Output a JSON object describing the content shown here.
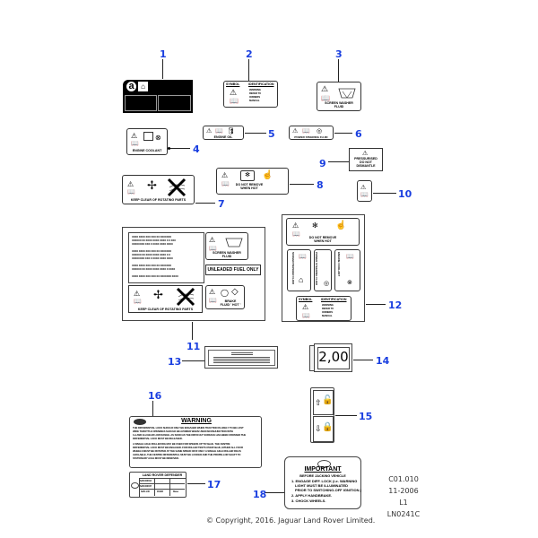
{
  "callouts": [
    "1",
    "2",
    "3",
    "4",
    "5",
    "6",
    "7",
    "8",
    "9",
    "10",
    "11",
    "12",
    "13",
    "14",
    "15",
    "16",
    "17",
    "18"
  ],
  "labels": {
    "l2": {
      "header_left": "SYMBOL",
      "header_right": "IDENTIFICATION",
      "lines": [
        "WARNING",
        "REFER TO",
        "OWNERS",
        "MANUAL"
      ]
    },
    "l3": {
      "caption_1": "SCREEN WASHER",
      "caption_2": "FLUID"
    },
    "l4": {
      "caption": "ENGINE   COOLANT"
    },
    "l5": {
      "caption": "ENGINE   OIL"
    },
    "l6": {
      "caption": "POWER STEERING FLUID"
    },
    "l7": {
      "caption": "KEEP CLEAR OF ROTATING PARTS"
    },
    "l8": {
      "caption_1": "DO NOT REMOVE",
      "caption_2": "WHEN HOT"
    },
    "l9": {
      "lines": [
        "PRESSURISED",
        "DO NOT",
        "DISMANTLE"
      ]
    },
    "l11": {
      "text_lines": [
        "XXXX XXXX XXX XXX XX  XXXXXXX",
        "XXXXXX XX XXXX  XXXX XXXX X X XXX",
        "XXXXXXXX XXX X  XXXX XXXX  XXXX",
        "XXXX XXXX XXX XXX XX  XXXXXXX",
        "XXXXXX XX XXXX  XXXX XXXX X X",
        "XXXXXXXX XXX X  XXXX XXXX  XXXX",
        "XXXX XXXX XXX XXX XX  XXXXXXX",
        "XXXXXX XX XXXX  XXXX XXXX X XXXX",
        "XXXX XXXX XXX XXX XX  XXXXXXX  XXXX"
      ],
      "washer_1": "SCREEN WASHER",
      "washer_2": "FLUID",
      "fuel": "UNLEADED  FUEL ONLY",
      "rotating": "KEEP CLEAR OF ROTATING PARTS",
      "brake_1": "BRAKE",
      "brake_2": "FLUID ' HOT '"
    },
    "l12": {
      "top_1": "DO NOT REMOVE",
      "top_2": "WHEN HOT",
      "col1": "SCREEN WASHER FLUID",
      "col2": "POWER STEERING FLUID",
      "col3": "ENGINE COOLANT",
      "header_left": "SYMBOL",
      "header_right": "IDENTIFICATION",
      "lines": [
        "WARNING",
        "REFER TO",
        "OWNERS",
        "MANUAL"
      ]
    },
    "l14": {
      "value": "2,00"
    },
    "l16": {
      "title": "WARNING",
      "lines": [
        "THE DIFFERENTIAL LOCK SHOULD ONLY BE ENGAGED WHEN TRACTION IS LIKELY TO BE LOST",
        "WIDE THROTTLE OPENINGS SHOULD BE AVOIDED WHEN USED INCONJUNCTION WITH",
        "1st AND 2nd GEAR LOW RANGE. AS SOON AS THE DIFFICULT SURFACE HAS BEEN CROSSED THE",
        "DIFFERENTIAL LOCK MUST BE RELEASED.",
        "A SINGLE AXLE ROLLER RIG MAY BE USED FOR SPEEDS UP TO 5km/h. THE CENTRE",
        "DIFFERENTIAL LOCK MUST BE ENGAGED. FOR ROLLER TESTS OVER 5km/h, EITHER ALL FOUR",
        "WHEELS MUST BE ROTATED AT THE SAME SPEED OR IF ONLY A SINGLE AXLE ROLLER RIG IS",
        "AVAILABLE, THE CENTRE DIFFERENTIAL MUST BE LOCKED AND THE PROPELLOR SHAFT TO",
        "STATIONARY AXLE MUST BE REMOVED."
      ]
    },
    "l17": {
      "title": "LAND ROVER DEFENDER",
      "row1": "SAR-000012",
      "row2": "SAR-000047",
      "c1": "SAR-1.00",
      "c2": "001218",
      "c3": "Diesel"
    },
    "l18": {
      "title": "IMPORTANT",
      "subtitle": "BEFORE JACKING VEHICLE",
      "lines": [
        "1. ENGAGE DIFF. LOCK (i.e. WARNING",
        "LIGHT MUST BE ILLUMINATED",
        "PRIOR TO SWITCHING-OFF IGNITION.)",
        "2. APPLY HANDBRAKE.",
        "3. CHOCK WHEELS."
      ]
    }
  },
  "reference": {
    "code": "C01.010",
    "date": "11-2006",
    "level": "L1",
    "illustration": "LN0241C"
  },
  "copyright": "© Copyright, 2016. Jaguar Land Rover Limited.",
  "colors": {
    "callout": "#1a3fe0",
    "line": "#333333"
  }
}
